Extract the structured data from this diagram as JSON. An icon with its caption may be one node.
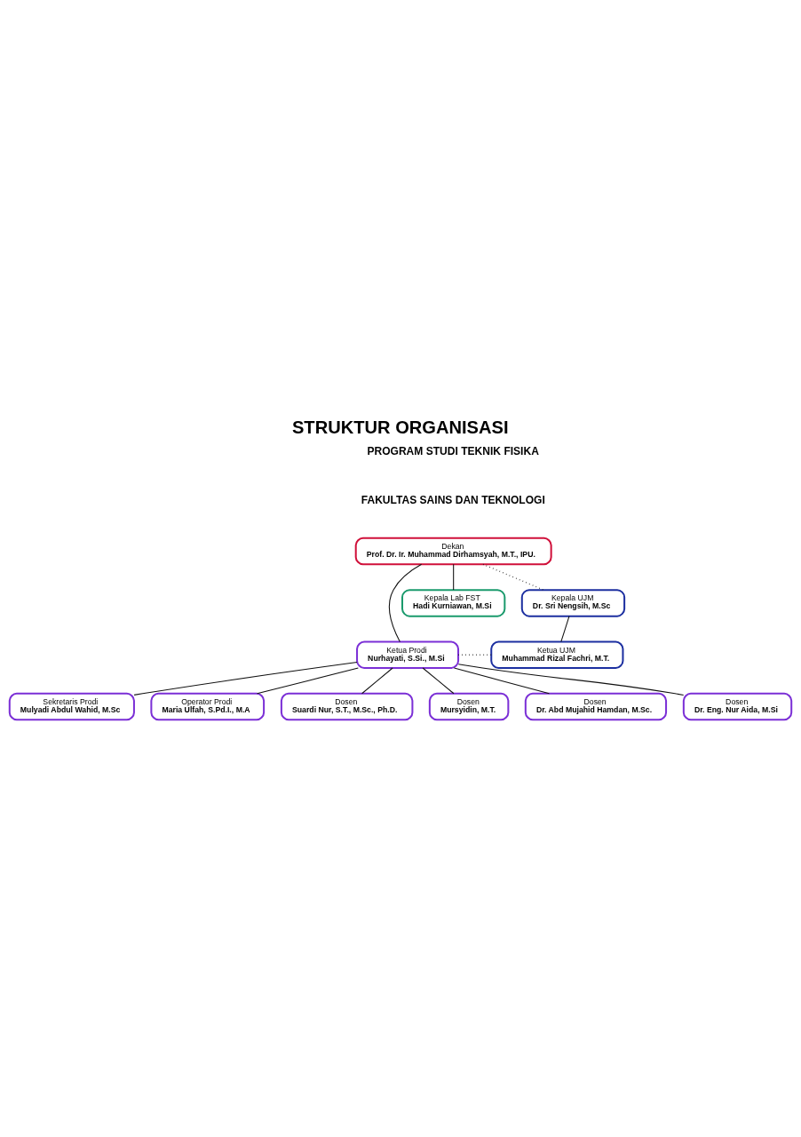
{
  "diagram": {
    "title": "STRUKTUR ORGANISASI",
    "nodes": [
      {
        "text": [
          "Dekan",
          "Prof. Dr. Ir. Muhammad Dirhamsyah, M.T., IPU."
        ]
      },
      {
        "text": [
          "Kepala UJM",
          "Dr. Sri Nengsih, M.Sc"
        ]
      },
      {
        "text": [
          "Kepala Lab FST",
          "Hadi Kurniawan, M.Si"
        ]
      },
      {
        "text": [
          "Ketua Prodi",
          "Nurhayati, S.Si., M.Si"
        ]
      },
      {
        "text": [
          "Ketua UJM",
          "Muhammad Rizal Fachri, M.T."
        ]
      },
      {
        "text": [
          "Sekretaris Prodi",
          "Mulyadi Abdul Wahid, M.Sc"
        ]
      },
      {
        "text": [
          "Operator Prodi",
          "Maria Ulfah, S.Pd.I., M.A"
        ]
      },
      {
        "text": [
          "Dosen",
          "Suardi Nur, S.T., M.Sc., Ph.D."
        ]
      },
      {
        "text": [
          "Dosen",
          "Mursyidin, M.T."
        ]
      },
      {
        "text": [
          "Dosen",
          "Dr. Abd Mujahid Hamdan, M.Sc."
        ]
      },
      {
        "text": [
          "Dosen",
          "Dr. Eng. Nur Aida, M.Si"
        ]
      }
    ],
    "edges": [
      {
        "from": 0,
        "to": 3,
        "arrow": "none"
      },
      {
        "from": 0,
        "to": 2,
        "arrow": "none"
      },
      {
        "from": 0,
        "to": 1,
        "arrow": "none",
        "style": "dashed"
      },
      {
        "from": 1,
        "to": 4,
        "arrow": "none"
      },
      {
        "from": 3,
        "to": 4,
        "arrow": "none",
        "style": "dashed"
      },
      {
        "from": 3,
        "to": 5,
        "arrow": "none"
      },
      {
        "from": 3,
        "to": 6,
        "arrow": "none"
      },
      {
        "from": 3,
        "to": 7,
        "arrow": "none"
      },
      {
        "from": 3,
        "to": 8,
        "arrow": "none"
      },
      {
        "from": 3,
        "to": 9,
        "arrow": "none"
      },
      {
        "from": 3,
        "to": 10,
        "arrow": "none"
      }
    ],
    "labels": [
      "PROGRAM STUDI TEKNIK FISIKA",
      "FAKULTAS SAINS DAN TEKNOLOGI"
    ]
  }
}
